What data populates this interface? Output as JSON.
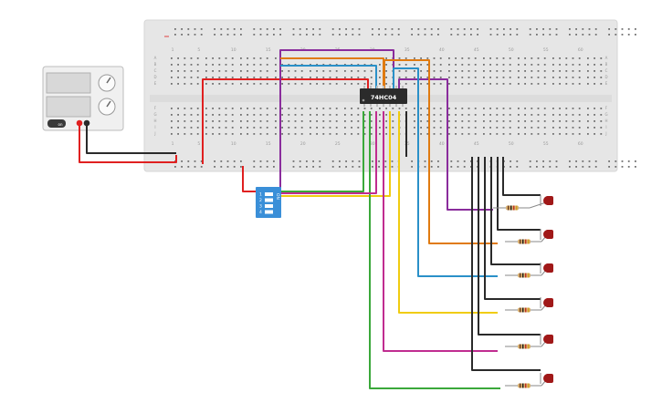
{
  "chip": {
    "label": "74HC04"
  },
  "breadboard": {
    "col_numbers_top": [
      "1",
      "5",
      "10",
      "15",
      "20",
      "25",
      "30",
      "35",
      "40",
      "45",
      "50",
      "55",
      "60"
    ],
    "col_numbers_bottom": [
      "1",
      "5",
      "10",
      "15",
      "20",
      "25",
      "30",
      "35",
      "40",
      "45",
      "50",
      "55",
      "60"
    ],
    "row_letters_top": [
      "A",
      "B",
      "C",
      "D",
      "E"
    ],
    "row_letters_bottom": [
      "F",
      "G",
      "H",
      "I",
      "J"
    ]
  },
  "dip_switch": {
    "on_label": "ON",
    "numbers": [
      "1",
      "2",
      "3",
      "4"
    ]
  },
  "power_supply": {
    "button_label": "on"
  },
  "colors": {
    "red": "#e02020",
    "black": "#2a2a2a",
    "purple": "#8a2c9c",
    "orange": "#e07a10",
    "blue": "#2a90c8",
    "yellow": "#f0cc10",
    "magenta": "#c02c90",
    "green": "#3aa83a",
    "led": "#a01818",
    "dip": "#3a8fd8"
  },
  "leds": [
    "led-1",
    "led-2",
    "led-3",
    "led-4",
    "led-5",
    "led-6"
  ]
}
